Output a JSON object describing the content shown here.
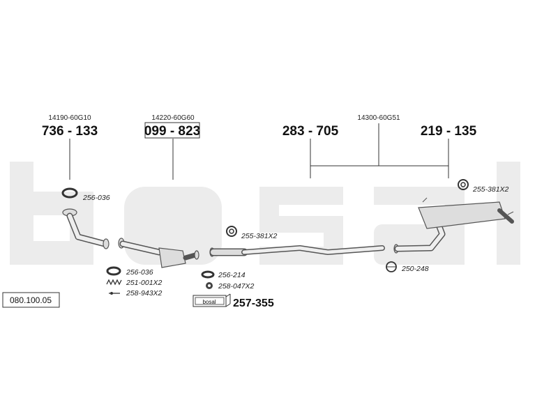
{
  "diagram_ref": "080.100.05",
  "brand_logo_text": "bosal",
  "components": [
    {
      "oe": "14190-60G10",
      "part": "736 - 133",
      "boxed": false
    },
    {
      "oe": "14220-60G60",
      "part": "099 - 823",
      "boxed": true
    },
    {
      "oe": "",
      "part": "283 - 705",
      "boxed": false
    },
    {
      "oe": "14300-60G51",
      "part": "",
      "boxed": false
    },
    {
      "oe": "",
      "part": "219 - 135",
      "boxed": false
    }
  ],
  "accessories": [
    {
      "label": "256-036"
    },
    {
      "label": "256-036"
    },
    {
      "label": "251-001X2"
    },
    {
      "label": "258-943X2"
    },
    {
      "label": "255-381X2"
    },
    {
      "label": "256-214"
    },
    {
      "label": "258-047X2"
    },
    {
      "label": "255-381X2"
    },
    {
      "label": "250-248"
    }
  ],
  "mounting_kit": {
    "logo": "bosal",
    "part": "257-355"
  },
  "colors": {
    "watermark": "#ececec",
    "pipe": "#555555",
    "pipe_fill": "#dddddd",
    "lines": "#333333"
  }
}
